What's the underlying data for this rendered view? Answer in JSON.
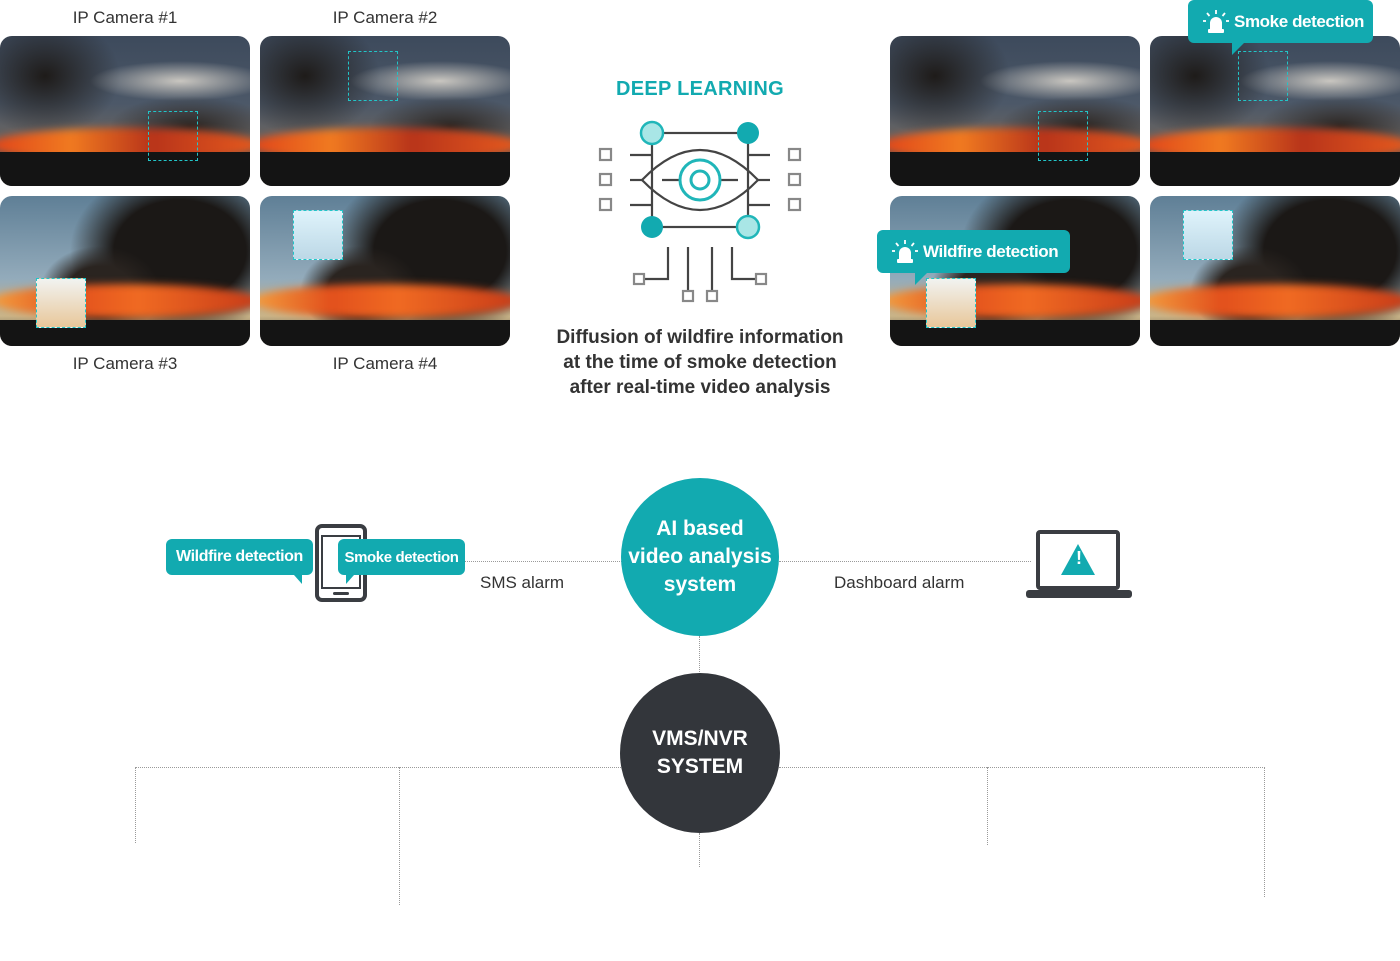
{
  "cameras": [
    {
      "label": "IP Camera #1"
    },
    {
      "label": "IP Camera #2"
    },
    {
      "label": "IP Camera #3"
    },
    {
      "label": "IP Camera #4"
    }
  ],
  "deep_learning": {
    "title": "DEEP LEARNING",
    "description_lines": [
      "Diffusion of wildfire information",
      "at the time of smoke detection",
      "after real-time video analysis"
    ]
  },
  "detection_labels": {
    "smoke": "Smoke detection",
    "wildfire": "Wildfire detection"
  },
  "phone": {
    "wildfire_label": "Wildfire detection",
    "smoke_label": "Smoke detection",
    "alarm_label": "SMS alarm"
  },
  "dashboard": {
    "alarm_label": "Dashboard alarm",
    "warning_glyph": "!"
  },
  "ai_system": {
    "lines": [
      "AI based",
      "video analysis",
      "system"
    ]
  },
  "vms": {
    "lines": [
      "VMS/NVR",
      "SYSTEM"
    ]
  },
  "colors": {
    "accent": "#12aab0",
    "dark_circle": "#33363b",
    "icon_teal": "#20b6b9",
    "icon_gray": "#444444"
  },
  "icons": {
    "deep_learning": "eye-network-icon",
    "phone": "smartphone-icon",
    "laptop": "laptop-warning-icon",
    "siren": "siren-alarm-icon"
  }
}
